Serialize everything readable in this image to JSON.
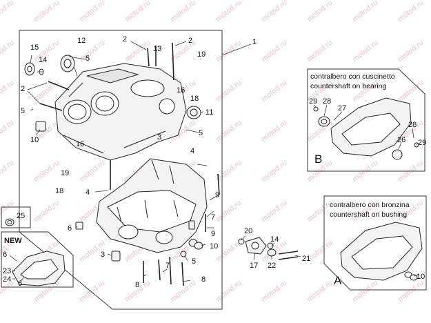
{
  "watermark": "motod.ru",
  "labels": {
    "n1": "1",
    "n2a": "2",
    "n2b": "2",
    "n2c": "2",
    "n3": "3",
    "n4a": "4",
    "n4b": "4",
    "n5a": "5",
    "n5b": "5",
    "n5c": "5",
    "n5d": "5",
    "n6a": "6",
    "n6b": "6",
    "n6c": "6",
    "n7a": "7",
    "n7b": "7",
    "n8a": "8",
    "n8b": "8",
    "n9a": "9",
    "n9b": "9",
    "n10a": "10",
    "n10b": "10",
    "n10c": "10",
    "n11": "11",
    "n12": "12",
    "n13": "13",
    "n14a": "14",
    "n14b": "14",
    "n15": "15",
    "n16a": "16",
    "n16b": "16",
    "n17": "17",
    "n18a": "18",
    "n18b": "18",
    "n19a": "19",
    "n19b": "19",
    "n20": "20",
    "n21": "21",
    "n22": "22",
    "n23": "23",
    "n24": "24",
    "n25": "25",
    "n26": "26",
    "n27": "27",
    "n28a": "28",
    "n28b": "28",
    "n29a": "29",
    "n29b": "29"
  },
  "panel_b": {
    "line1": "contralbero con cuscinetto",
    "line2": "countershaft on bearing",
    "letter": "B"
  },
  "panel_a": {
    "line1": "contralbero con bronzina",
    "line2": "countershaft on bushing",
    "letter": "A"
  },
  "new_box": {
    "label": "NEW"
  }
}
